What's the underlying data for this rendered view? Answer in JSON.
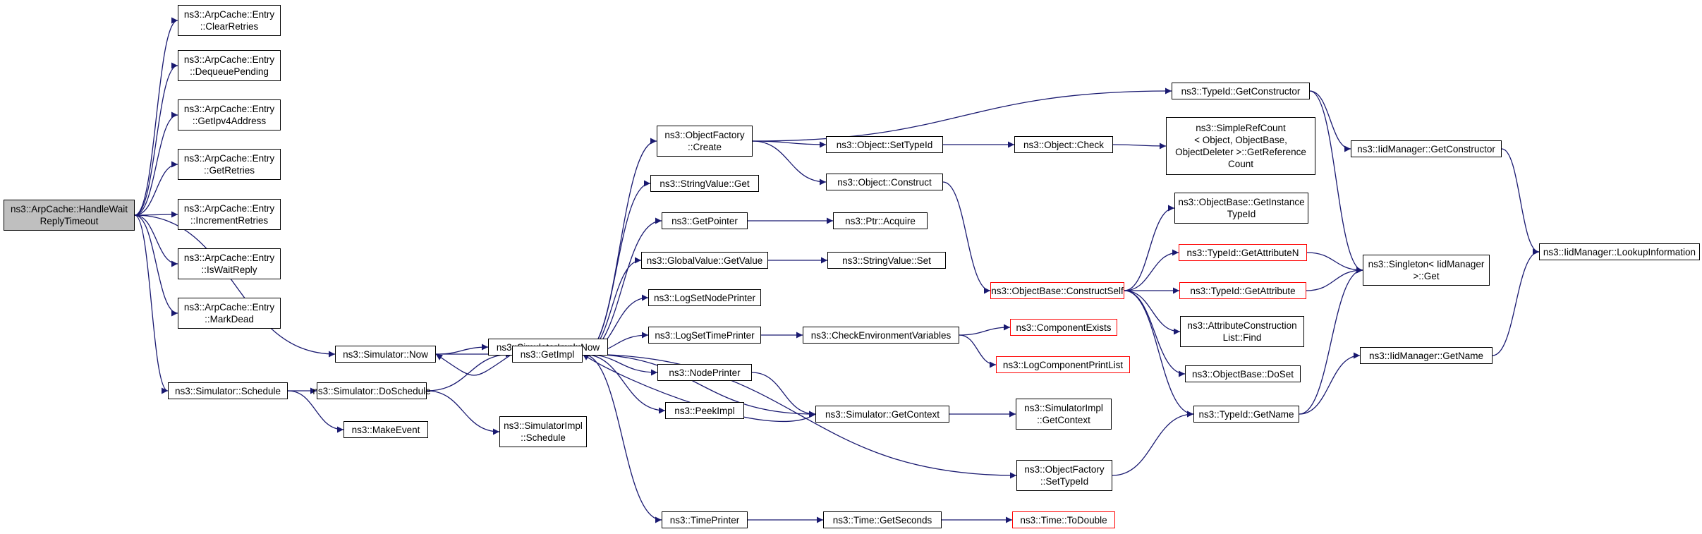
{
  "graph": {
    "colors": {
      "edge": "#191970",
      "border": "#000000",
      "highlight_border": "#ff0000",
      "root_fill": "#bfbfbf"
    },
    "nodes": [
      {
        "id": "root",
        "lines": [
          "ns3::ArpCache::HandleWait",
          "ReplyTimeout"
        ],
        "root": true
      },
      {
        "id": "clr",
        "lines": [
          "ns3::ArpCache::Entry",
          "::ClearRetries"
        ]
      },
      {
        "id": "deq",
        "lines": [
          "ns3::ArpCache::Entry",
          "::DequeuePending"
        ]
      },
      {
        "id": "gip",
        "lines": [
          "ns3::ArpCache::Entry",
          "::GetIpv4Address"
        ]
      },
      {
        "id": "gret",
        "lines": [
          "ns3::ArpCache::Entry",
          "::GetRetries"
        ]
      },
      {
        "id": "inc",
        "lines": [
          "ns3::ArpCache::Entry",
          "::IncrementRetries"
        ]
      },
      {
        "id": "iswr",
        "lines": [
          "ns3::ArpCache::Entry",
          "::IsWaitReply"
        ]
      },
      {
        "id": "mdead",
        "lines": [
          "ns3::ArpCache::Entry",
          "::MarkDead"
        ]
      },
      {
        "id": "simnow",
        "lines": [
          "ns3::Simulator::Now"
        ]
      },
      {
        "id": "simsched",
        "lines": [
          "ns3::Simulator::Schedule"
        ]
      },
      {
        "id": "simdosched",
        "lines": [
          "ns3::Simulator::DoSchedule"
        ]
      },
      {
        "id": "mkevent",
        "lines": [
          "ns3::MakeEvent"
        ]
      },
      {
        "id": "simimplnow",
        "lines": [
          "ns3::SimulatorImpl::Now"
        ]
      },
      {
        "id": "getimpl",
        "lines": [
          "ns3::GetImpl"
        ]
      },
      {
        "id": "simimplsched",
        "lines": [
          "ns3::SimulatorImpl",
          "::Schedule"
        ]
      },
      {
        "id": "ofcreate",
        "lines": [
          "ns3::ObjectFactory",
          "::Create"
        ]
      },
      {
        "id": "strget",
        "lines": [
          "ns3::StringValue::Get"
        ]
      },
      {
        "id": "getptr",
        "lines": [
          "ns3::GetPointer"
        ]
      },
      {
        "id": "gvget",
        "lines": [
          "ns3::GlobalValue::GetValue"
        ]
      },
      {
        "id": "lsnp",
        "lines": [
          "ns3::LogSetNodePrinter"
        ]
      },
      {
        "id": "lstp",
        "lines": [
          "ns3::LogSetTimePrinter"
        ]
      },
      {
        "id": "nodeprinter",
        "lines": [
          "ns3::NodePrinter"
        ]
      },
      {
        "id": "peekimpl",
        "lines": [
          "ns3::PeekImpl"
        ]
      },
      {
        "id": "timeprinter",
        "lines": [
          "ns3::TimePrinter"
        ]
      },
      {
        "id": "objsettid",
        "lines": [
          "ns3::Object::SetTypeId"
        ]
      },
      {
        "id": "objconstruct",
        "lines": [
          "ns3::Object::Construct"
        ]
      },
      {
        "id": "ptracq",
        "lines": [
          "ns3::Ptr::Acquire"
        ]
      },
      {
        "id": "strset",
        "lines": [
          "ns3::StringValue::Set"
        ]
      },
      {
        "id": "checkenv",
        "lines": [
          "ns3::CheckEnvironmentVariables"
        ]
      },
      {
        "id": "simgetctx",
        "lines": [
          "ns3::Simulator::GetContext"
        ]
      },
      {
        "id": "timegetsec",
        "lines": [
          "ns3::Time::GetSeconds"
        ]
      },
      {
        "id": "objcheck",
        "lines": [
          "ns3::Object::Check"
        ]
      },
      {
        "id": "tidgetctor",
        "lines": [
          "ns3::TypeId::GetConstructor"
        ]
      },
      {
        "id": "srcgetref",
        "lines": [
          "ns3::SimpleRefCount",
          "< Object, ObjectBase,",
          "ObjectDeleter >::GetReference",
          "Count"
        ]
      },
      {
        "id": "obgetinst",
        "lines": [
          "ns3::ObjectBase::GetInstance",
          "TypeId"
        ]
      },
      {
        "id": "obconstructself",
        "lines": [
          "ns3::ObjectBase::ConstructSelf"
        ],
        "red": true
      },
      {
        "id": "tidgetattrn",
        "lines": [
          "ns3::TypeId::GetAttributeN"
        ],
        "red": true
      },
      {
        "id": "tidgetattr",
        "lines": [
          "ns3::TypeId::GetAttribute"
        ],
        "red": true
      },
      {
        "id": "compexists",
        "lines": [
          "ns3::ComponentExists"
        ],
        "red": true
      },
      {
        "id": "logcompprint",
        "lines": [
          "ns3::LogComponentPrintList"
        ],
        "red": true
      },
      {
        "id": "attrcons",
        "lines": [
          "ns3::AttributeConstruction",
          "List::Find"
        ]
      },
      {
        "id": "obdoset",
        "lines": [
          "ns3::ObjectBase::DoSet"
        ]
      },
      {
        "id": "simimplgetctx",
        "lines": [
          "ns3::SimulatorImpl",
          "::GetContext"
        ]
      },
      {
        "id": "ofsettid",
        "lines": [
          "ns3::ObjectFactory",
          "::SetTypeId"
        ]
      },
      {
        "id": "tidgetname",
        "lines": [
          "ns3::TypeId::GetName"
        ]
      },
      {
        "id": "timetodouble",
        "lines": [
          "ns3::Time::ToDouble"
        ],
        "red": true
      },
      {
        "id": "iidgetctor",
        "lines": [
          "ns3::IidManager::GetConstructor"
        ]
      },
      {
        "id": "singleton",
        "lines": [
          "ns3::Singleton< IidManager",
          ">::Get"
        ]
      },
      {
        "id": "iidgetname",
        "lines": [
          "ns3::IidManager::GetName"
        ]
      },
      {
        "id": "iidlookup",
        "lines": [
          "ns3::IidManager::LookupInformation"
        ]
      }
    ],
    "edges": [
      [
        "root",
        "clr"
      ],
      [
        "root",
        "deq"
      ],
      [
        "root",
        "gip"
      ],
      [
        "root",
        "gret"
      ],
      [
        "root",
        "inc"
      ],
      [
        "root",
        "iswr"
      ],
      [
        "root",
        "mdead"
      ],
      [
        "root",
        "simnow"
      ],
      [
        "root",
        "simsched"
      ],
      [
        "simnow",
        "simimplnow"
      ],
      [
        "simnow",
        "getimpl"
      ],
      [
        "simsched",
        "simdosched"
      ],
      [
        "simsched",
        "mkevent"
      ],
      [
        "simdosched",
        "getimpl"
      ],
      [
        "simdosched",
        "simimplsched"
      ],
      [
        "getimpl",
        "ofcreate"
      ],
      [
        "getimpl",
        "strget"
      ],
      [
        "getimpl",
        "getptr"
      ],
      [
        "getimpl",
        "gvget"
      ],
      [
        "getimpl",
        "lsnp"
      ],
      [
        "getimpl",
        "lstp"
      ],
      [
        "getimpl",
        "nodeprinter"
      ],
      [
        "getimpl",
        "peekimpl"
      ],
      [
        "getimpl",
        "timeprinter"
      ],
      [
        "getimpl",
        "simgetctx"
      ],
      [
        "getimpl",
        "ofsettid"
      ],
      [
        "getimpl",
        "simnow"
      ],
      [
        "ofcreate",
        "objsettid"
      ],
      [
        "ofcreate",
        "objconstruct"
      ],
      [
        "ofcreate",
        "tidgetctor"
      ],
      [
        "getptr",
        "ptracq"
      ],
      [
        "gvget",
        "strset"
      ],
      [
        "lstp",
        "checkenv"
      ],
      [
        "nodeprinter",
        "simgetctx"
      ],
      [
        "timeprinter",
        "timegetsec"
      ],
      [
        "objsettid",
        "objcheck"
      ],
      [
        "objcheck",
        "srcgetref"
      ],
      [
        "objconstruct",
        "obconstructself"
      ],
      [
        "checkenv",
        "compexists"
      ],
      [
        "checkenv",
        "logcompprint"
      ],
      [
        "simgetctx",
        "simimplgetctx"
      ],
      [
        "simgetctx",
        "getimpl"
      ],
      [
        "timegetsec",
        "timetodouble"
      ],
      [
        "ofsettid",
        "tidgetname"
      ],
      [
        "obconstructself",
        "obgetinst"
      ],
      [
        "obconstructself",
        "tidgetattrn"
      ],
      [
        "obconstructself",
        "tidgetattr"
      ],
      [
        "obconstructself",
        "attrcons"
      ],
      [
        "obconstructself",
        "obdoset"
      ],
      [
        "obconstructself",
        "tidgetname"
      ],
      [
        "tidgetctor",
        "iidgetctor"
      ],
      [
        "tidgetctor",
        "singleton"
      ],
      [
        "tidgetattrn",
        "singleton"
      ],
      [
        "tidgetattr",
        "singleton"
      ],
      [
        "tidgetname",
        "singleton"
      ],
      [
        "tidgetname",
        "iidgetname"
      ],
      [
        "iidgetctor",
        "iidlookup"
      ],
      [
        "iidgetname",
        "iidlookup"
      ]
    ]
  }
}
